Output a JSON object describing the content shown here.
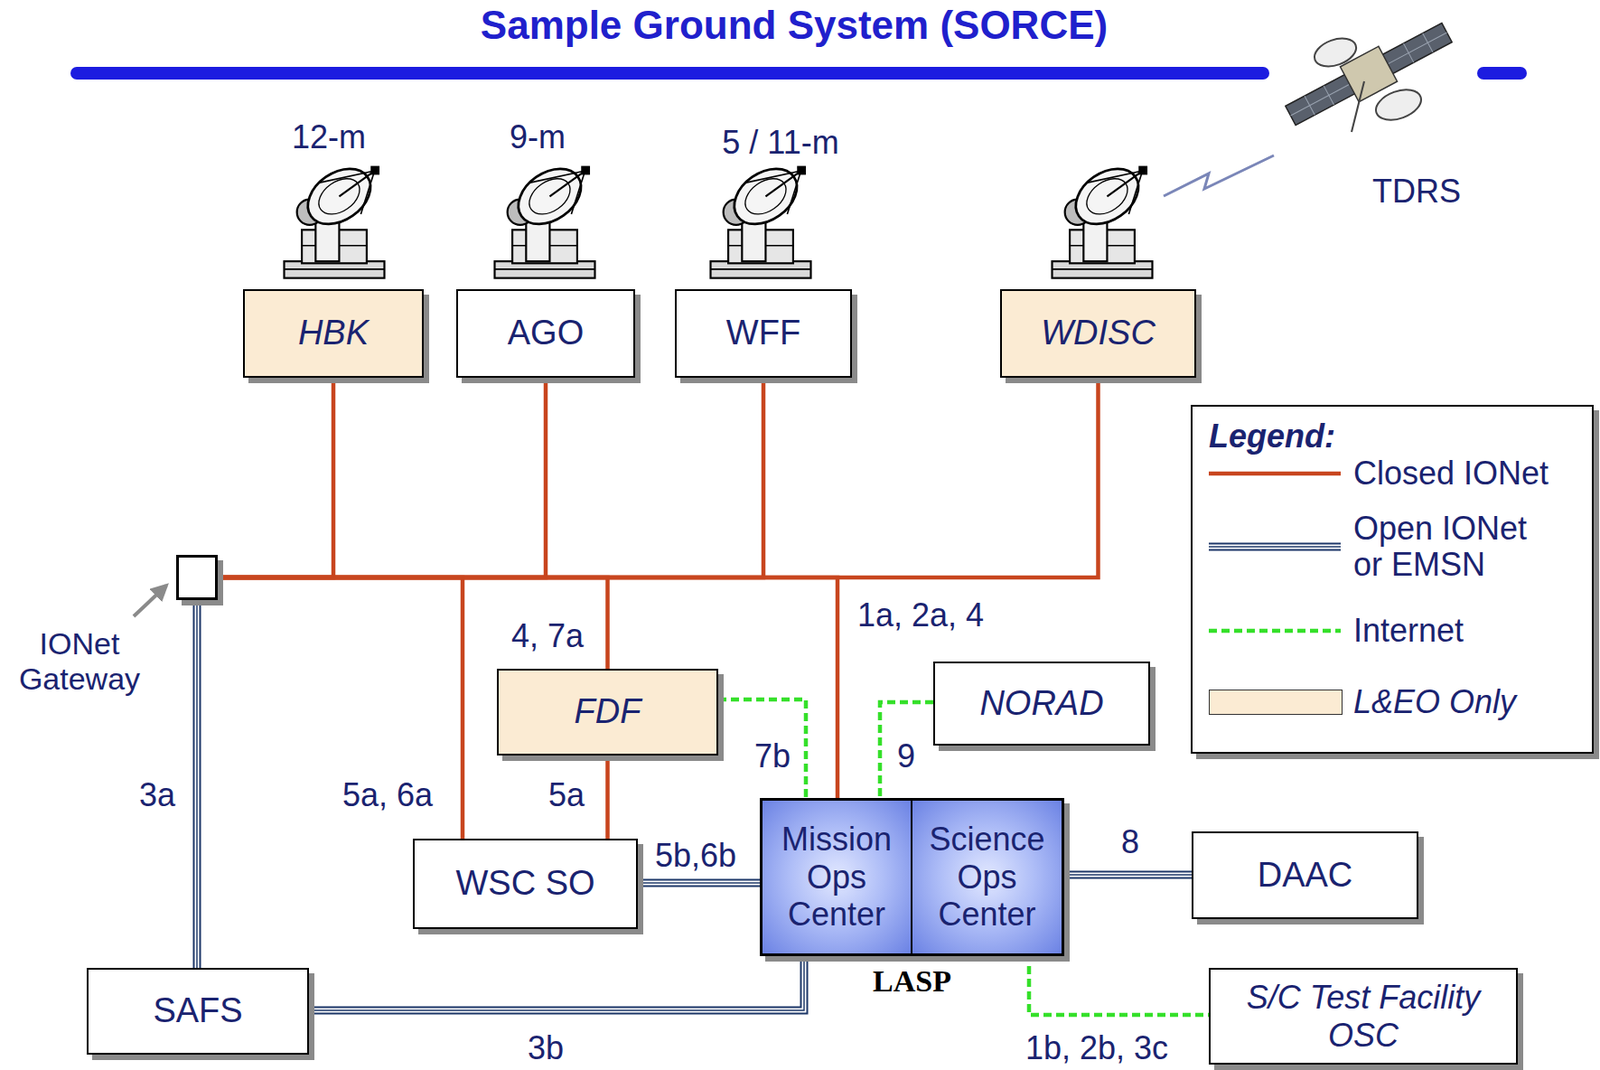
{
  "diagram": {
    "title": "Sample Ground System (SORCE)",
    "nodes": [
      {
        "text": [
          "HBK"
        ]
      },
      {
        "text": [
          "AGO"
        ]
      },
      {
        "text": [
          "WFF"
        ]
      },
      {
        "text": [
          "WDISC"
        ]
      },
      {
        "text": [
          "IONet Gateway"
        ]
      },
      {
        "text": [
          "FDF"
        ]
      },
      {
        "text": [
          "NORAD"
        ]
      },
      {
        "text": [
          "WSC SO"
        ]
      },
      {
        "text": [
          "LASP"
        ]
      },
      {
        "text": [
          "Mission Ops Center"
        ],
        "in": 8
      },
      {
        "text": [
          "Science Ops Center"
        ],
        "in": 8
      },
      {
        "text": [
          "DAAC"
        ]
      },
      {
        "text": [
          "SAFS"
        ]
      },
      {
        "text": [
          "S/C Test Facility OSC"
        ]
      }
    ],
    "edges": [
      {
        "from": 0,
        "to": 4,
        "arrow": "none"
      },
      {
        "from": 1,
        "to": 4,
        "arrow": "none"
      },
      {
        "from": 2,
        "to": 4,
        "arrow": "none"
      },
      {
        "from": 3,
        "to": 4,
        "arrow": "none"
      },
      {
        "from": 5,
        "to": 4,
        "label": "4, 7a",
        "arrow": "none"
      },
      {
        "from": 7,
        "to": 4,
        "label": "5a, 6a",
        "arrow": "none"
      },
      {
        "from": 9,
        "to": 4,
        "label": "1a, 2a, 4",
        "arrow": "none"
      },
      {
        "from": 5,
        "to": 7,
        "label": "5a",
        "arrow": "none"
      },
      {
        "from": 5,
        "to": 9,
        "label": "7b",
        "arrow": "none"
      },
      {
        "from": 6,
        "to": 9,
        "label": "9",
        "arrow": "none"
      },
      {
        "from": 7,
        "to": 9,
        "label": "5b,6b",
        "arrow": "none"
      },
      {
        "from": 12,
        "to": 4,
        "label": "3a",
        "arrow": "none"
      },
      {
        "from": 12,
        "to": 9,
        "label": "3b",
        "arrow": "none"
      },
      {
        "from": 10,
        "to": 11,
        "label": "8",
        "arrow": "none"
      },
      {
        "from": 10,
        "to": 13,
        "label": "1b, 2b, 3c",
        "arrow": "none"
      }
    ],
    "labels": [
      "12-m",
      "9-m",
      "5 / 11-m",
      "TDRS",
      "Legend:"
    ],
    "legend": [
      {
        "text": "Closed IONet"
      },
      {
        "text": "Open IONet or EMSN"
      },
      {
        "text": "Internet"
      },
      {
        "text": "L&EO Only",
        "color": "#fbebd3"
      }
    ]
  }
}
